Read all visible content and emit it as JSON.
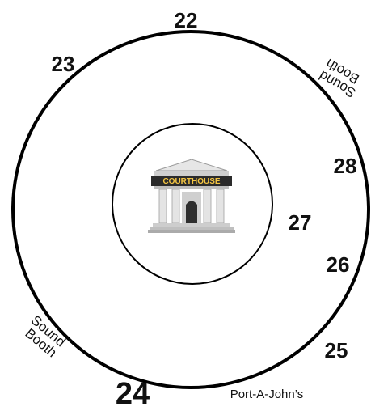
{
  "layout_labels": {
    "n22": "22",
    "n23": "23",
    "n24": "24",
    "n25": "25",
    "n26": "26",
    "n27": "27",
    "n28": "28"
  },
  "sound_booth_top_right": "Sound Booth",
  "sound_booth_bottom_left": "Sound Booth",
  "port_a_johns": "Port-A-John’s",
  "courthouse": {
    "sign": "COURTHOUSE",
    "icon": "courthouse-icon"
  },
  "colors": {
    "line": "#000000",
    "text": "#111111",
    "sign_background": "#2b2b2b",
    "sign_text": "#f4c542",
    "building": "#d8d8d8"
  }
}
